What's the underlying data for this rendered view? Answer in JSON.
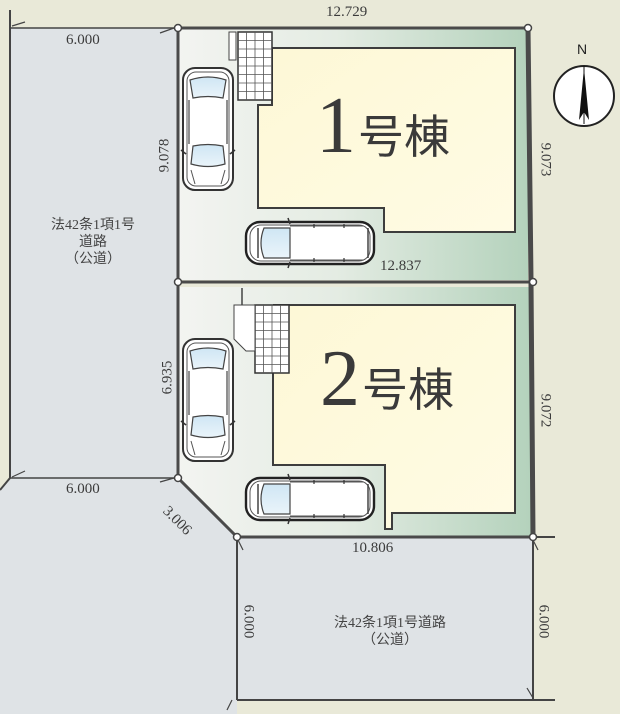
{
  "plan": {
    "colors": {
      "background": "#e9e9d8",
      "road": "#dfe3e6",
      "lot_driveway": "#eef1ec",
      "lot_green": "#b9d5c0",
      "building": "#fdf9dc",
      "boundary": "#4a4a4a"
    },
    "north_label": "N",
    "roads": {
      "west": {
        "lines": [
          "法42条1項1号",
          "道路",
          "（公道）"
        ]
      },
      "south": {
        "lines": [
          "法42条1項1号道路",
          "（公道）"
        ]
      }
    },
    "buildings": [
      {
        "number": "1",
        "suffix": "号棟"
      },
      {
        "number": "2",
        "suffix": "号棟"
      }
    ],
    "dimensions": {
      "west_road_width_top": "6.000",
      "west_road_width_bottom": "6.000",
      "lot1_north": "12.729",
      "lot1_west": "9.078",
      "lot1_east": "9.073",
      "lot1_south": "12.837",
      "lot2_west": "6.935",
      "lot2_east": "9.072",
      "corner_cut": "3.006",
      "lot2_south": "10.806",
      "south_road_width_left": "6.000",
      "south_road_width_right": "6.000"
    }
  }
}
